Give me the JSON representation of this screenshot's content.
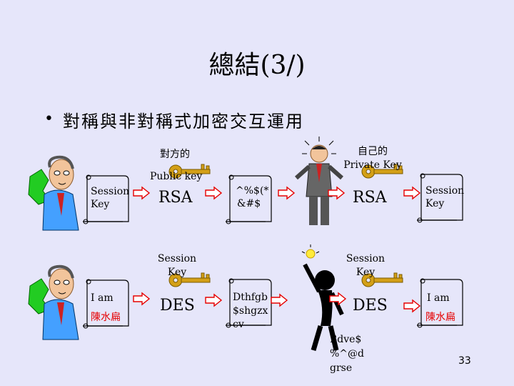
{
  "title": "總結(3/)",
  "bullet": "對稱與非對稱式加密交互運用",
  "row1": {
    "key_owner_label": "對方的",
    "key_type_label": "Public key",
    "own_key_owner_label": "自己的",
    "own_key_type_label": "Private Key",
    "scroll1_lines": [
      "Session",
      "Key"
    ],
    "algo1": "RSA",
    "cipher_lines": [
      "^%$(*",
      "&#$"
    ],
    "algo2": "RSA",
    "scroll4_lines": [
      "Session",
      "Key"
    ]
  },
  "row2": {
    "session_key_label_1": [
      "Session",
      "Key"
    ],
    "session_key_label_2": [
      "Session",
      "Key"
    ],
    "scroll1_lines": [
      "I am",
      "陳水扁"
    ],
    "algo1": "DES",
    "cipher_lines": [
      "Dthfgb",
      "$shgzx",
      "cv"
    ],
    "algo2": "DES",
    "scroll4_lines": [
      "I am",
      "陳水扁"
    ],
    "garbled_lines": [
      "Bdve$",
      "%^@d",
      "grse"
    ]
  },
  "page_number": "33",
  "colors": {
    "background": "#e6e6fa",
    "red_text": "#e60000",
    "key_gold": "#b8860b",
    "money_green": "#22cc22"
  }
}
